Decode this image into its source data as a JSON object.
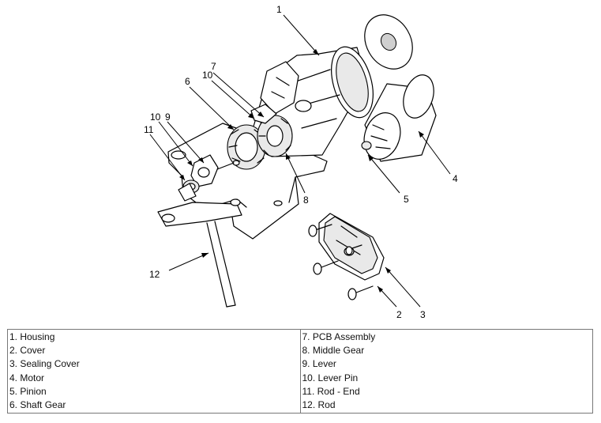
{
  "callouts": [
    "1",
    "2",
    "3",
    "4",
    "5",
    "6",
    "7",
    "8",
    "9",
    "10",
    "10",
    "11",
    "12"
  ],
  "legend": {
    "left": [
      "1. Housing",
      "2. Cover",
      "3. Sealing Cover",
      "4. Motor",
      "5. Pinion",
      "6. Shaft Gear"
    ],
    "right": [
      "7. PCB Assembly",
      "8. Middle Gear",
      "9. Lever",
      "10. Lever Pin",
      "11. Rod - End",
      "12. Rod"
    ]
  }
}
